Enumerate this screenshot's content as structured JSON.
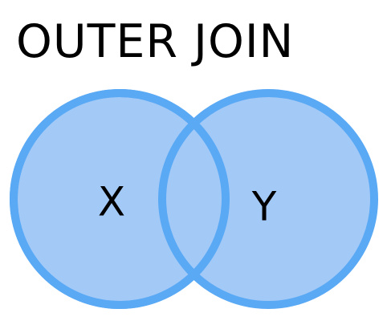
{
  "title": "OUTER JOIN",
  "sets": {
    "left": {
      "label": "X"
    },
    "right": {
      "label": "Y"
    }
  },
  "colors": {
    "fill": "#a3c9f7",
    "stroke": "#5aa9f5",
    "text": "#000000",
    "background": "#ffffff"
  }
}
